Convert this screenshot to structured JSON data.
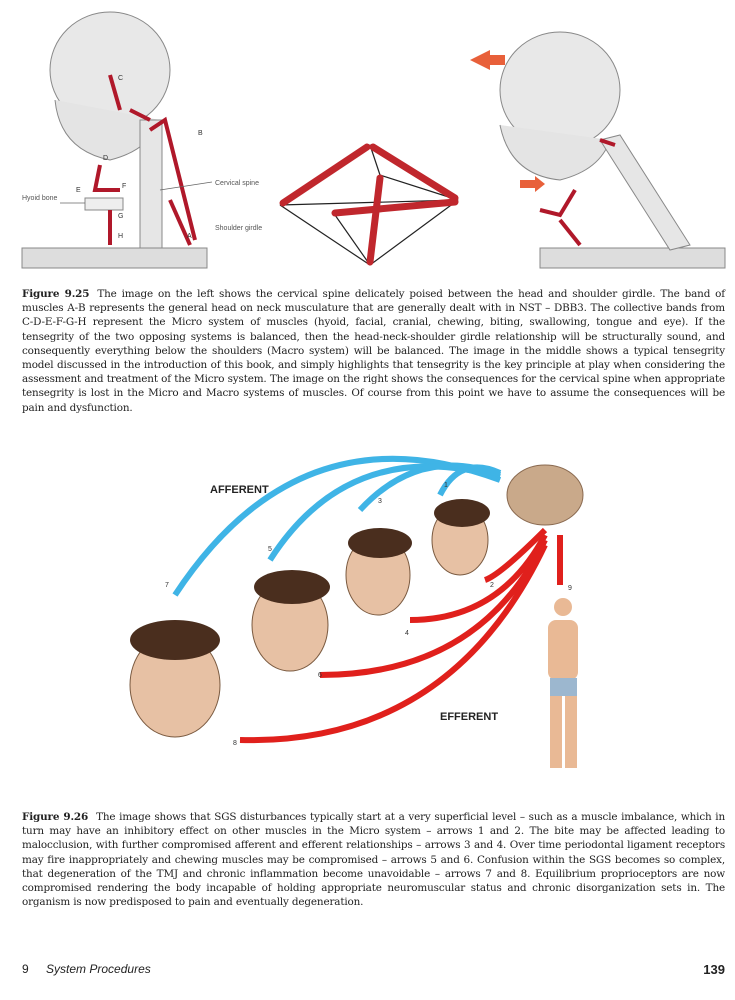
{
  "figure_925": {
    "left_labels": {
      "hyoid": "Hyoid bone",
      "cervical": "Cervical spine",
      "shoulder": "Shoulder girdle"
    },
    "letters": [
      "A",
      "B",
      "C",
      "D",
      "E",
      "F",
      "G",
      "H"
    ],
    "caption_label": "Figure 9.25",
    "caption_text": "The image on the left shows the cervical spine delicately poised between the head and shoulder girdle. The band of muscles A-B represents the general head on neck musculature that are generally dealt with in NST – DBB3. The collective bands from C-D-E-F-G-H represent the Micro system of muscles (hyoid, facial, cranial, chewing, biting, swallowing, tongue and eye). If the tensegrity of the two opposing systems is balanced, then the head-neck-shoulder girdle relationship will be structurally sound, and consequently everything below the shoulders (Macro system) will be balanced. The image in the middle shows a typical tensegrity model discussed in the introduction of this book, and simply highlights that tensegrity is the key principle at play when considering the assessment and treatment of the Micro system. The image on the right shows the consequences for the cervical spine when appropriate tensegrity is lost in the Micro and Macro systems of muscles. Of course from this point we have to assume the consequences will be pain and dysfunction."
  },
  "figure_926": {
    "afferent_label": "AFFERENT",
    "efferent_label": "EFFERENT",
    "arrow_numbers": [
      "1",
      "2",
      "3",
      "4",
      "5",
      "6",
      "7",
      "8",
      "9"
    ],
    "caption_label": "Figure 9.26",
    "caption_text": "The image shows that SGS disturbances typically start at a very superficial level – such as a muscle imbalance, which in turn may have an inhibitory effect on other muscles in the Micro system – arrows 1 and 2. The bite may be affected leading to malocclusion, with further compromised afferent and efferent relationships – arrows 3 and 4. Over time periodontal ligament receptors may fire inappropriately and chewing muscles may be compromised – arrows 5 and 6. Confusion within the SGS becomes so complex, that degeneration of the TMJ and chronic inflammation become unavoidable – arrows 7 and 8. Equilibrium proprioceptors are now compromised rendering the body incapable of holding appropriate neuromuscular status and chronic disorganization sets in. The organism is now predisposed to pain and eventually degeneration."
  },
  "footer": {
    "chapter": "9",
    "section": "System Procedures",
    "page": "139"
  },
  "colors": {
    "muscle": "#b0182a",
    "afferent": "#3fb4e6",
    "efferent": "#e0201c"
  }
}
